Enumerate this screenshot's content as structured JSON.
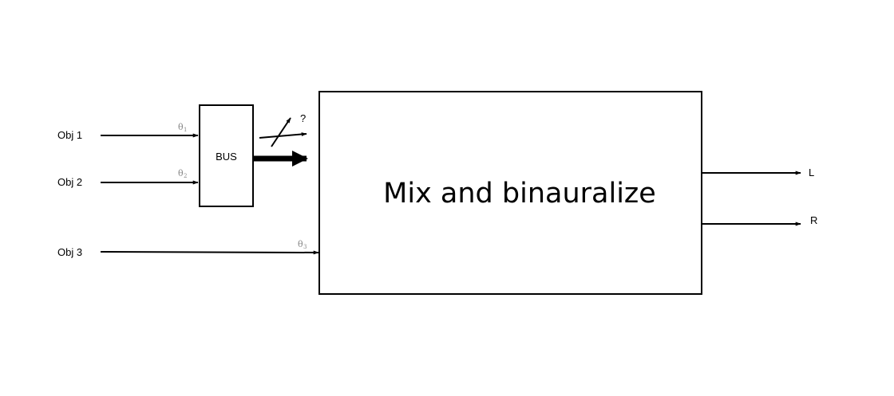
{
  "inputs": [
    {
      "label": "Obj 1",
      "theta": "θ",
      "theta_sub": "1"
    },
    {
      "label": "Obj 2",
      "theta": "θ",
      "theta_sub": "2"
    },
    {
      "label": "Obj 3",
      "theta": "θ",
      "theta_sub": "3"
    }
  ],
  "bus": {
    "label": "BUS"
  },
  "unknown_path": {
    "label": "?"
  },
  "mixer": {
    "label": "Mix and binauralize"
  },
  "outputs": [
    {
      "label": "L"
    },
    {
      "label": "R"
    }
  ],
  "colors": {
    "stroke": "#000000",
    "theta": "#888888",
    "background": "#ffffff"
  }
}
